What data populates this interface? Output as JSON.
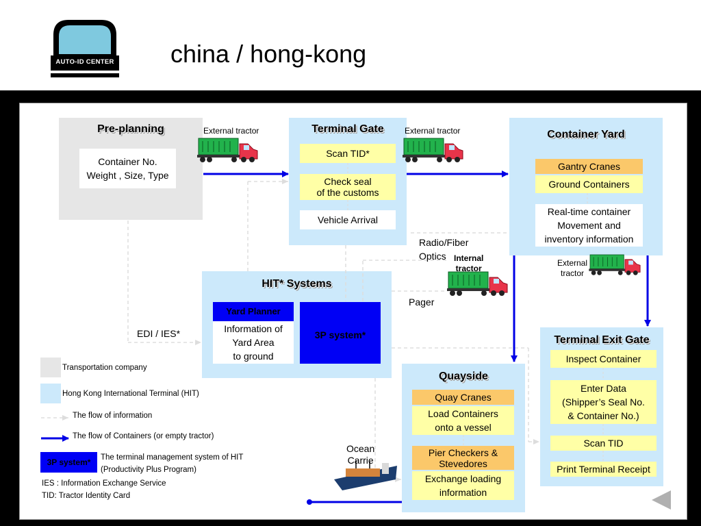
{
  "header": {
    "logo_text": "AUTO-ID CENTER",
    "title": "china / hong-kong"
  },
  "panels": {
    "preplanning": {
      "title": "Pre-planning",
      "box": [
        "Container No.",
        "Weight , Size, Type"
      ]
    },
    "terminal_gate": {
      "title": "Terminal Gate",
      "scan": "Scan TID*",
      "seal": [
        "Check seal",
        "of the customs"
      ],
      "arrival": "Vehicle Arrival"
    },
    "container_yard": {
      "title": "Container Yard",
      "gantry": "Gantry Cranes",
      "ground": "Ground Containers",
      "realtime": [
        "Real-time container",
        "Movement and",
        "inventory information"
      ]
    },
    "hit": {
      "title": "HIT* Systems",
      "yard_planner": "Yard Planner",
      "yard_info": [
        "Information of",
        "Yard Area",
        "to ground"
      ],
      "threep": "3P system*"
    },
    "quayside": {
      "title": "Quayside",
      "quay": "Quay Cranes",
      "load": [
        "Load Containers",
        "onto a vessel"
      ],
      "pier": [
        "Pier Checkers &",
        "Stevedores"
      ],
      "exchange": [
        "Exchange loading",
        "information"
      ]
    },
    "exit_gate": {
      "title": "Terminal Exit Gate",
      "inspect": "Inspect Container",
      "enter": [
        "Enter Data",
        "(Shipper’s Seal No.",
        "& Container No.)"
      ],
      "scan": "Scan TID",
      "print": "Print Terminal Receipt"
    }
  },
  "labels": {
    "external_tractor_1": "External tractor",
    "external_tractor_2": "External tractor",
    "external_tractor_3": [
      "External",
      "tractor"
    ],
    "internal_tractor": [
      "Internal",
      "tractor"
    ],
    "radio": [
      "Radio/Fiber",
      "Optics"
    ],
    "pager": "Pager",
    "edi": "EDI / IES*",
    "ocean": [
      "Ocean",
      "Carrie"
    ]
  },
  "legend": {
    "transport": "Transportation company",
    "hit": "Hong Kong International Terminal (HIT)",
    "info_flow": "The flow of information",
    "container_flow": "The flow of Containers (or empty tractor)",
    "threep_box": "3P system*",
    "threep_desc": [
      "The terminal management system of HIT",
      "(Productivity Plus Program)"
    ],
    "ies": "IES : Information Exchange Service",
    "tid": "TID: Tractor Identity Card"
  },
  "colors": {
    "panel_blue": "#cce9fb",
    "panel_grey": "#e6e6e6",
    "box_yellow": "#ffffa6",
    "box_orange": "#fbc86a",
    "system_blue": "#0000f5",
    "flow_blue": "#0000e6",
    "truck_green": "#22b24c",
    "truck_red": "#e8344a"
  }
}
